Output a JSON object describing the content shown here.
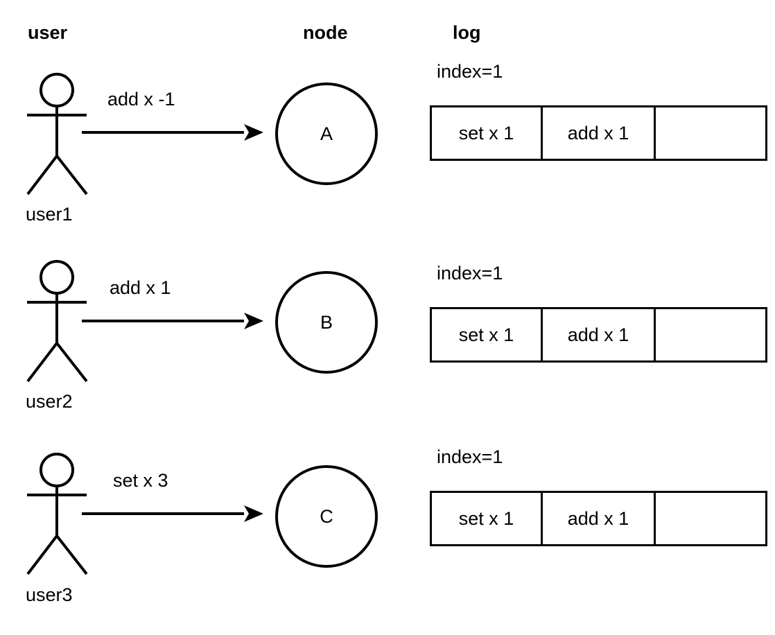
{
  "diagram": {
    "title": "user node log replication diagram",
    "background_color": "#ffffff",
    "stroke_color": "#000000",
    "columns": [
      {
        "key": "user",
        "label": "user"
      },
      {
        "key": "node",
        "label": "node"
      },
      {
        "key": "log",
        "label": "log"
      }
    ],
    "rows": [
      {
        "actor": {
          "icon": "stick-figure-icon",
          "label": "user1"
        },
        "message": {
          "label": "add x -1",
          "arrow": "arrow-right-icon"
        },
        "node": {
          "label": "A",
          "shape": "circle"
        },
        "log": {
          "index_label": "index=1",
          "cells": [
            {
              "value": "set x 1",
              "empty": false
            },
            {
              "value": "add x 1",
              "empty": false
            },
            {
              "value": "",
              "empty": true
            }
          ]
        }
      },
      {
        "actor": {
          "icon": "stick-figure-icon",
          "label": "user2"
        },
        "message": {
          "label": "add x 1",
          "arrow": "arrow-right-icon"
        },
        "node": {
          "label": "B",
          "shape": "circle"
        },
        "log": {
          "index_label": "index=1",
          "cells": [
            {
              "value": "set x 1",
              "empty": false
            },
            {
              "value": "add x 1",
              "empty": false
            },
            {
              "value": "",
              "empty": true
            }
          ]
        }
      },
      {
        "actor": {
          "icon": "stick-figure-icon",
          "label": "user3"
        },
        "message": {
          "label": "set x 3",
          "arrow": "arrow-right-icon"
        },
        "node": {
          "label": "C",
          "shape": "circle"
        },
        "log": {
          "index_label": "index=1",
          "cells": [
            {
              "value": "set x 1",
              "empty": false
            },
            {
              "value": "add x 1",
              "empty": false
            },
            {
              "value": "",
              "empty": true
            }
          ]
        }
      }
    ]
  }
}
